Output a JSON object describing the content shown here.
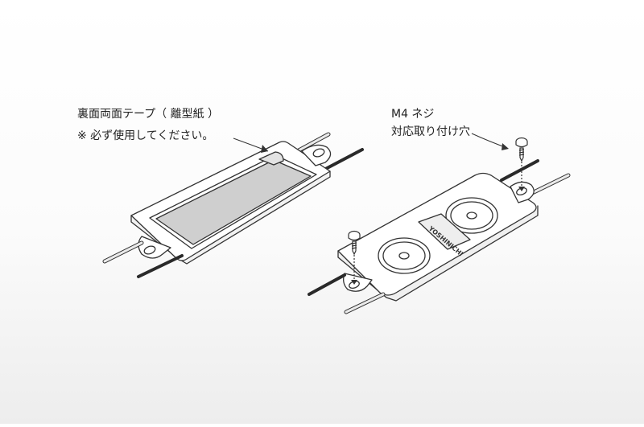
{
  "annotations": {
    "tape_label": "裏面両面テープ（ 離型紙 ）",
    "tape_note": "※ 必ず使用してください。",
    "screw_size": "M4 ネジ",
    "screw_label": "対応取り付け穴"
  },
  "module": {
    "brand_text": "YOSHINICHI"
  },
  "colors": {
    "outline": "#333333",
    "tape_fill": "#cfcfcf",
    "cable_dark": "#2a2a2a",
    "cable_light": "#e8e8e8",
    "body_fill": "#ffffff"
  }
}
